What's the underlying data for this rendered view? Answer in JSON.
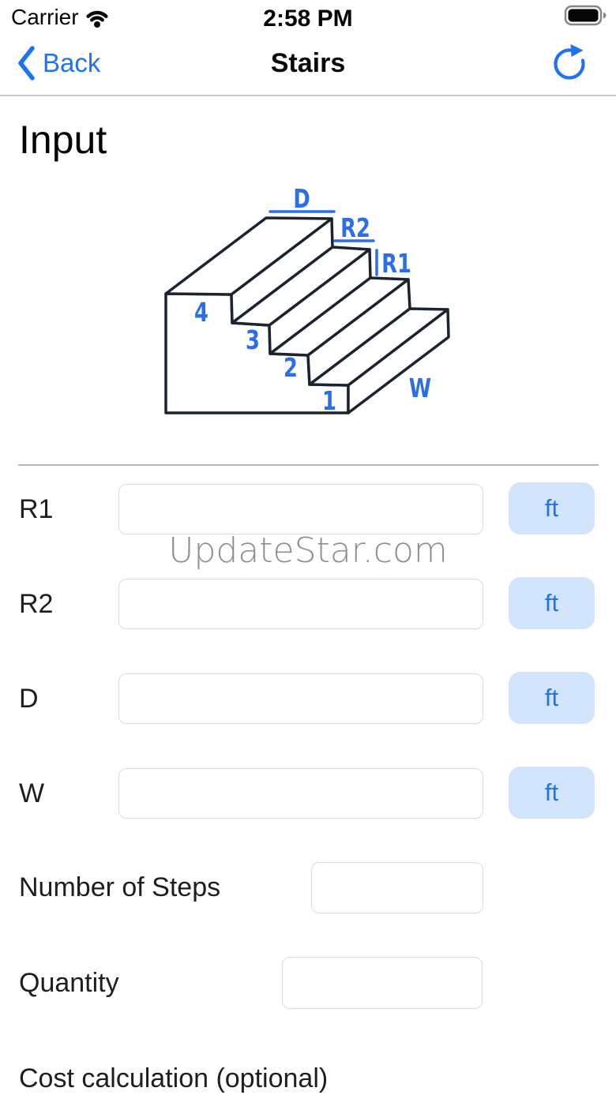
{
  "status_bar": {
    "carrier": "Carrier",
    "time": "2:58 PM",
    "battery_level": "full"
  },
  "nav": {
    "back_label": "Back",
    "title": "Stairs"
  },
  "content": {
    "heading": "Input",
    "cost_section_label": "Cost calculation (optional)"
  },
  "watermark": "UpdateStar.com",
  "diagram": {
    "depth_label": "D",
    "run_label": "R2",
    "riser_label": "R1",
    "width_label": "W",
    "step_numbers": [
      "1",
      "2",
      "3",
      "4"
    ]
  },
  "form": {
    "rows": [
      {
        "label": "R1",
        "value": "",
        "unit": "ft"
      },
      {
        "label": "R2",
        "value": "",
        "unit": "ft"
      },
      {
        "label": "D",
        "value": "",
        "unit": "ft"
      },
      {
        "label": "W",
        "value": "",
        "unit": "ft"
      }
    ],
    "number_of_steps": {
      "label": "Number of Steps",
      "value": ""
    },
    "quantity": {
      "label": "Quantity",
      "value": ""
    }
  },
  "colors": {
    "accent_blue": "#1d74f3",
    "diagram_label_blue": "#2b6fe8",
    "diagram_line": "#1c2330",
    "unit_button_bg": "#d2e4fb",
    "unit_button_text": "#2272e8",
    "watermark_gray": "#8f8f8f"
  }
}
